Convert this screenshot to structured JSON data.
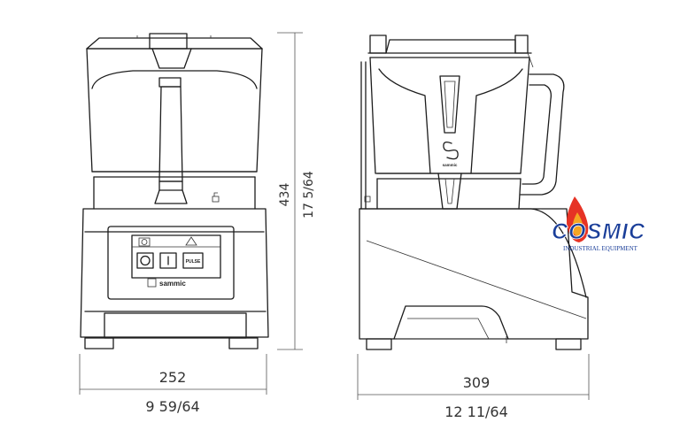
{
  "front_view": {
    "width_mm": "252",
    "width_in": "9 59/64",
    "height_mm": "434",
    "height_in": "17 5/64",
    "brand_label": "sammic",
    "pulse_label": "PULSE",
    "off_symbol": "O",
    "on_symbol": "I"
  },
  "side_view": {
    "depth_mm": "309",
    "depth_in": "12 11/64",
    "brand_label": "sammic"
  },
  "watermark": {
    "brand": "COSMIC",
    "tagline": "INDUSTRIAL EQUIPMENT",
    "brand_color": "#1a3e99",
    "flame_colors": [
      "#e63325",
      "#f5a623"
    ]
  }
}
